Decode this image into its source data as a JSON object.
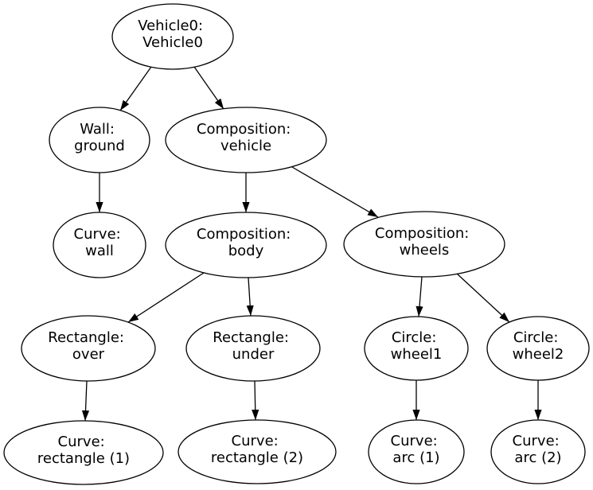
{
  "diagram": {
    "type": "directed-graph",
    "background_color": "#ffffff",
    "node_fill_color": "#ffffff",
    "node_border_color": "#000000",
    "edge_color": "#000000",
    "nodes": [
      {
        "id": "vehicle0",
        "line1": "Vehicle0:",
        "line2": "Vehicle0"
      },
      {
        "id": "wall-ground",
        "line1": "Wall:",
        "line2": "ground"
      },
      {
        "id": "composition-vehicle",
        "line1": "Composition:",
        "line2": "vehicle"
      },
      {
        "id": "curve-wall",
        "line1": "Curve:",
        "line2": "wall"
      },
      {
        "id": "composition-body",
        "line1": "Composition:",
        "line2": "body"
      },
      {
        "id": "composition-wheels",
        "line1": "Composition:",
        "line2": "wheels"
      },
      {
        "id": "rectangle-over",
        "line1": "Rectangle:",
        "line2": "over"
      },
      {
        "id": "rectangle-under",
        "line1": "Rectangle:",
        "line2": "under"
      },
      {
        "id": "circle-wheel1",
        "line1": "Circle:",
        "line2": "wheel1"
      },
      {
        "id": "circle-wheel2",
        "line1": "Circle:",
        "line2": "wheel2"
      },
      {
        "id": "curve-rectangle-1",
        "line1": "Curve:",
        "line2": "rectangle (1)"
      },
      {
        "id": "curve-rectangle-2",
        "line1": "Curve:",
        "line2": "rectangle (2)"
      },
      {
        "id": "curve-arc-1",
        "line1": "Curve:",
        "line2": "arc (1)"
      },
      {
        "id": "curve-arc-2",
        "line1": "Curve:",
        "line2": "arc (2)"
      }
    ],
    "edges": [
      {
        "from": "vehicle0",
        "to": "wall-ground"
      },
      {
        "from": "vehicle0",
        "to": "composition-vehicle"
      },
      {
        "from": "wall-ground",
        "to": "curve-wall"
      },
      {
        "from": "composition-vehicle",
        "to": "composition-body"
      },
      {
        "from": "composition-vehicle",
        "to": "composition-wheels"
      },
      {
        "from": "composition-body",
        "to": "rectangle-over"
      },
      {
        "from": "composition-body",
        "to": "rectangle-under"
      },
      {
        "from": "composition-wheels",
        "to": "circle-wheel1"
      },
      {
        "from": "composition-wheels",
        "to": "circle-wheel2"
      },
      {
        "from": "rectangle-over",
        "to": "curve-rectangle-1"
      },
      {
        "from": "rectangle-under",
        "to": "curve-rectangle-2"
      },
      {
        "from": "circle-wheel1",
        "to": "curve-arc-1"
      },
      {
        "from": "circle-wheel2",
        "to": "curve-arc-2"
      }
    ]
  }
}
